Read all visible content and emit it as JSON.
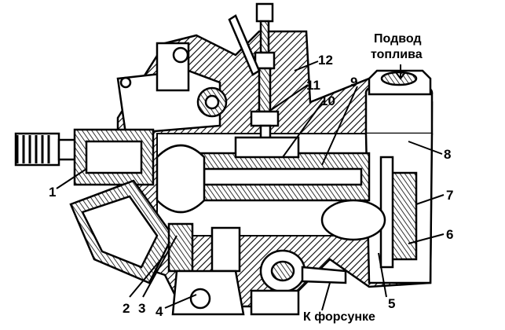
{
  "callouts": {
    "c1": "1",
    "c2": "2",
    "c3": "3",
    "c4": "4",
    "c5": "5",
    "c6": "6",
    "c7": "7",
    "c8": "8",
    "c9": "9",
    "c10": "10",
    "c11": "11",
    "c12": "12"
  },
  "captions": {
    "fuel_inlet_line1": "Подвод",
    "fuel_inlet_line2": "топлива",
    "to_injector": "К форсунке"
  },
  "colors": {
    "ink": "#000000",
    "paper": "#ffffff"
  }
}
